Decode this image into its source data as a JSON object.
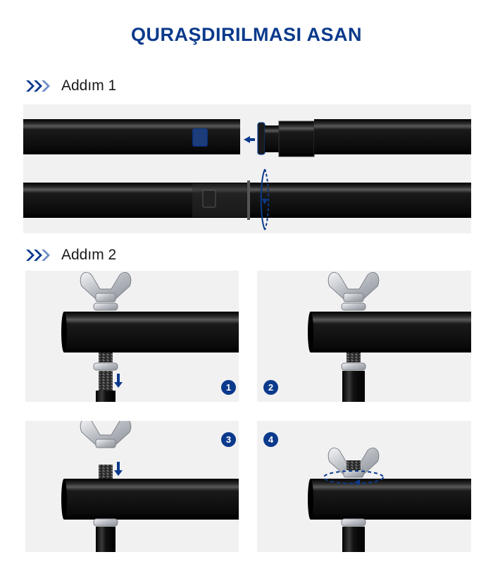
{
  "title": "QURAŞDIRILMASI ASAN",
  "steps": [
    {
      "label": "Addım 1"
    },
    {
      "label": "Addım 2"
    }
  ],
  "badges": [
    "1",
    "2",
    "3",
    "4"
  ],
  "colors": {
    "accent": "#0b3a8c",
    "tube": "#111111",
    "panel_background": "#f1f1f1",
    "metal": "#c9ccd0"
  },
  "icons": [
    "triple-chevron-right-icon",
    "arrow-left-icon",
    "rotate-arrow-icon",
    "arrow-down-icon",
    "rotate-circular-arrow-icon"
  ]
}
